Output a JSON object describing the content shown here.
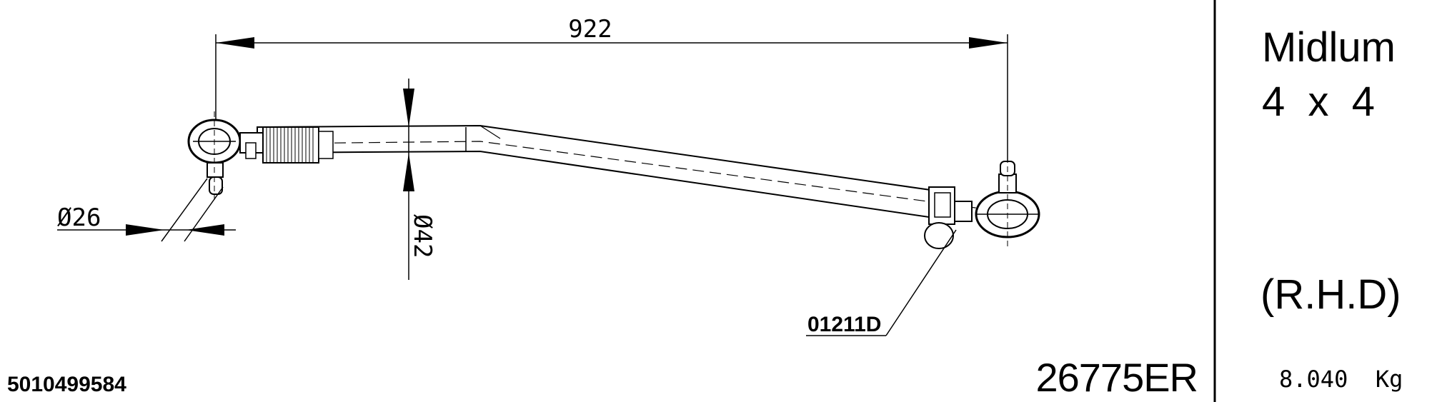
{
  "dimensions": {
    "length": "922",
    "ball_pin_diameter": "Ø26",
    "tube_diameter": "Ø42"
  },
  "callout": {
    "ball_joint_ref": "01211D"
  },
  "part": {
    "number": "5010499584",
    "reference": "26775ER"
  },
  "vehicle": {
    "model": "Midlum",
    "drive": "4  x  4",
    "steering": "(R.H.D)",
    "weight": "8.040  Kg"
  }
}
